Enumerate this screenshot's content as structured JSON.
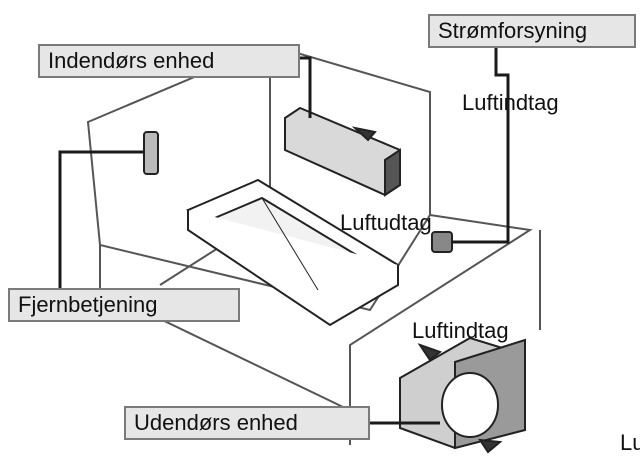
{
  "labels": {
    "indoor_unit": "Indendørs enhed",
    "power_supply": "Strømforsyning",
    "air_intake_top": "Luftindtag",
    "air_outlet": "Luftudtag",
    "remote_control": "Fjernbetjening",
    "air_intake_outdoor": "Luftindtag",
    "outdoor_unit": "Udendørs enhed",
    "cut_off_label": "Lu"
  },
  "colors": {
    "line": "#1a1a1a",
    "box_fill": "#e6e6e6",
    "box_border": "#7a7a7a",
    "wall": "#555555"
  }
}
